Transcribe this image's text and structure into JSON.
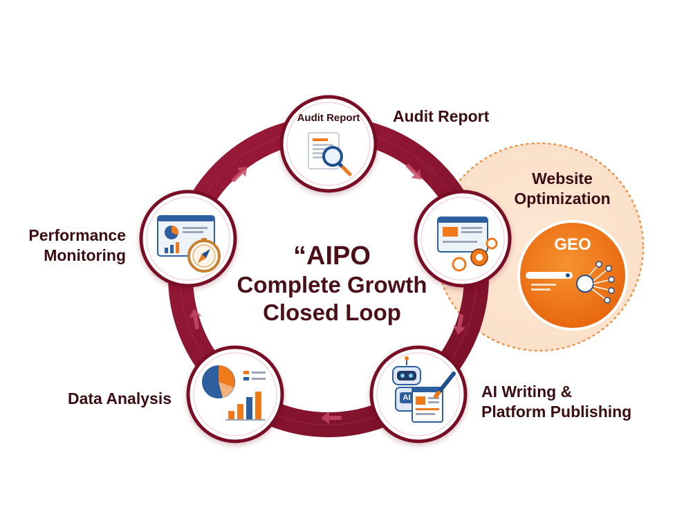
{
  "title": {
    "line1": "“AIPO",
    "line2": "Complete Growth",
    "line3": "Closed Loop"
  },
  "stages": {
    "audit": {
      "label": "Audit Report",
      "inner_label": "Audit Report"
    },
    "website": {
      "label_line1": "Website",
      "label_line2": "Optimization",
      "geo": "GEO"
    },
    "ai_writing": {
      "label_line1": "AI Writing &",
      "label_line2": "Platform Publishing",
      "badge": "AI"
    },
    "data_analysis": {
      "label": "Data Analysis"
    },
    "performance": {
      "label_line1": "Performance",
      "label_line2": "Monitoring"
    }
  },
  "colors": {
    "ring": "#8a1532",
    "ring_dark": "#6b0f24",
    "node_border": "#7a1128",
    "text_dark": "#3a0d12",
    "geo_orange": "#f07a1a",
    "halo": "#fbe3cf",
    "accent_blue": "#1f4f8f",
    "accent_orange": "#f07a1a"
  },
  "icons": [
    "magnifier-report-icon",
    "dashboard-gears-icon",
    "robot-ai-icon",
    "pie-bar-chart-icon",
    "dashboard-compass-icon",
    "geo-network-icon"
  ]
}
